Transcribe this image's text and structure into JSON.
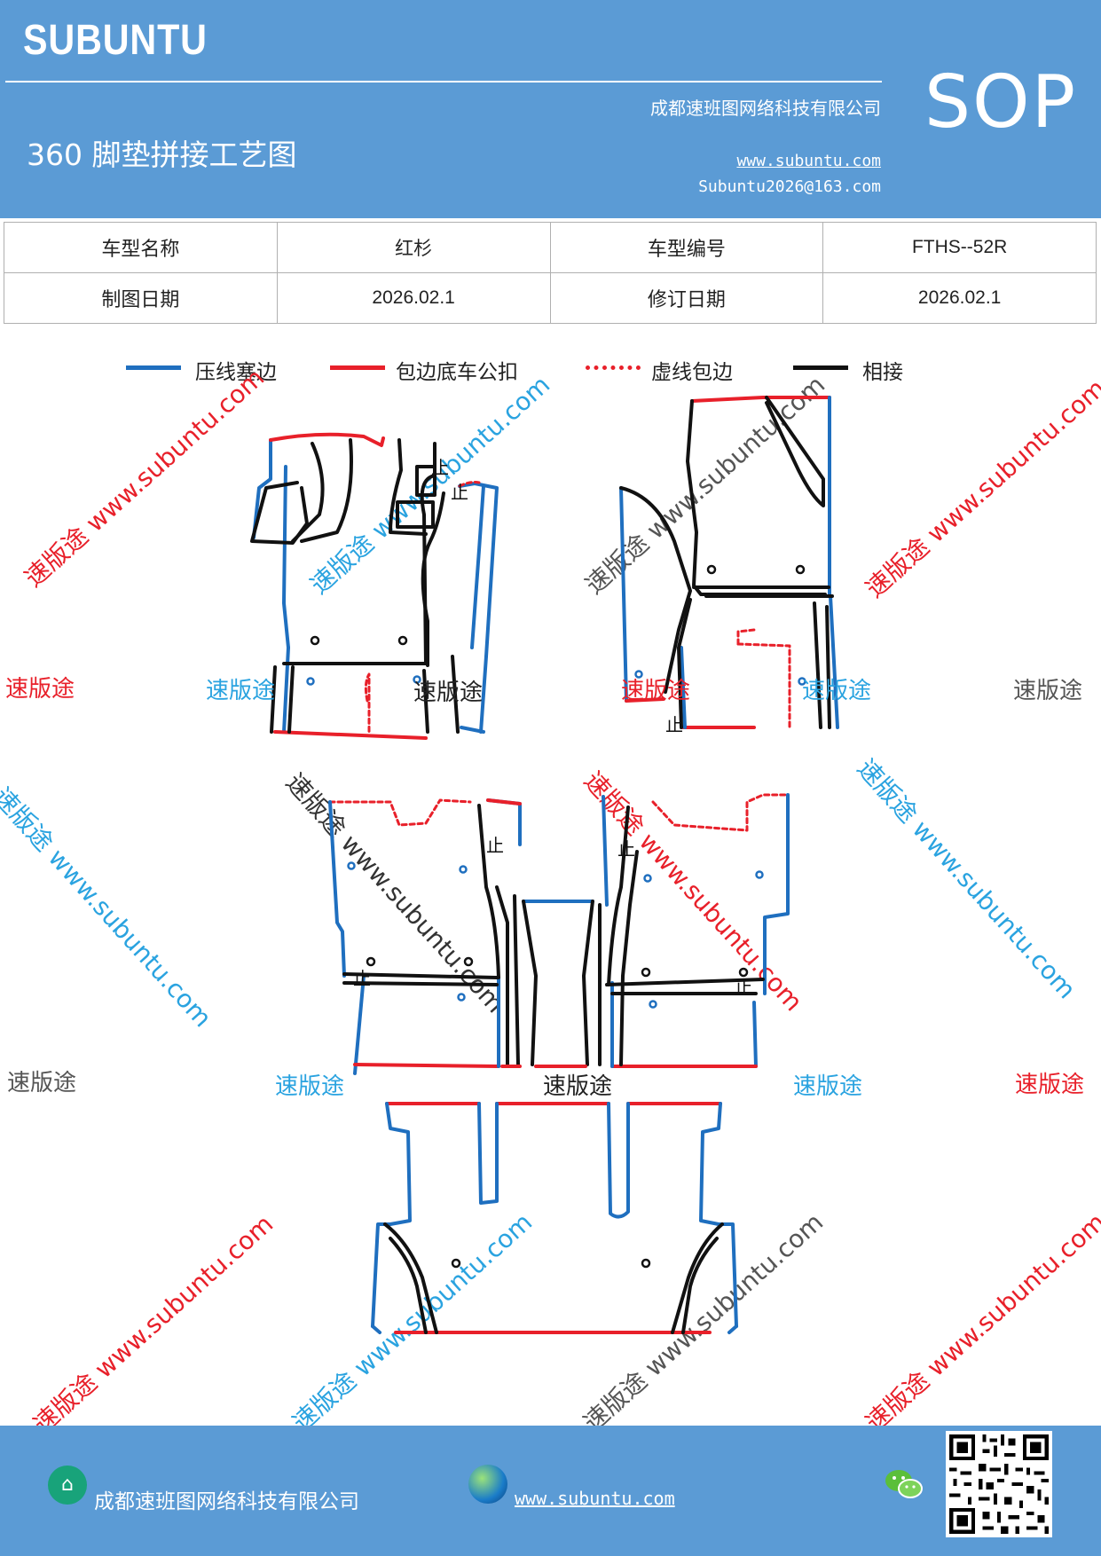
{
  "header": {
    "brand": "SUBUNTU",
    "badge": "SOP",
    "title": "360 脚垫拼接工艺图",
    "company": "成都速班图网络科技有限公司",
    "website": "www.subuntu.com",
    "email": "Subuntu2026@163.com"
  },
  "info_table": {
    "row1": {
      "label1": "车型名称",
      "value1": "红杉",
      "label2": "车型编号",
      "value2": "FTHS--52R"
    },
    "row2": {
      "label1": "制图日期",
      "value1": "2026.02.1",
      "label2": "修订日期",
      "value2": "2026.02.1"
    }
  },
  "legend": [
    {
      "label": "压线塞边",
      "color": "#1f6fbf",
      "style": "solid"
    },
    {
      "label": "包边底车公扣",
      "color": "#e8202a",
      "style": "solid"
    },
    {
      "label": "虚线包边",
      "color": "#e8202a",
      "style": "dashed"
    },
    {
      "label": "相接",
      "color": "#111111",
      "style": "solid"
    }
  ],
  "drawing": {
    "stop_mark": "止"
  },
  "watermark": {
    "brand": "速版途",
    "diagonal": "速版途 www.subuntu.com",
    "colors": {
      "red": "#e8202a",
      "blue": "#2aa3e0",
      "gray": "#555555"
    }
  },
  "footer": {
    "company": "成都速班图网络科技有限公司",
    "website": "www.subuntu.com",
    "icons": [
      "home-icon",
      "globe-icon",
      "wechat-icon",
      "qr-code"
    ]
  }
}
